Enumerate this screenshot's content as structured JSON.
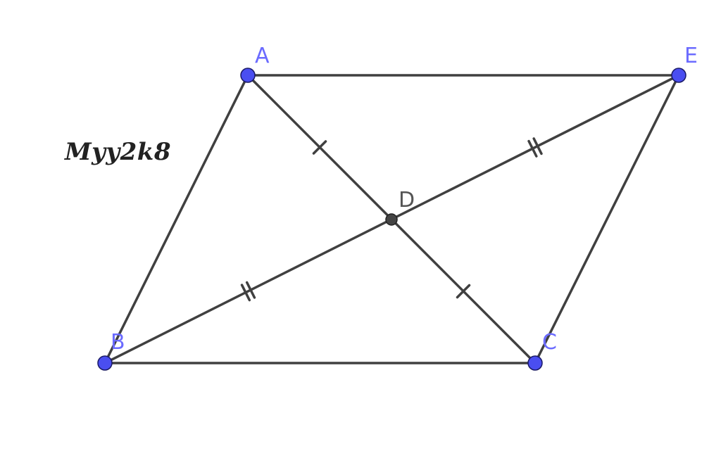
{
  "watermark": "Myy2k8",
  "colors": {
    "free_point": "#4a4ef0",
    "dependent_point": "#444444",
    "segment": "#404040",
    "label_free": "#6b6bff",
    "label_dependent": "#555555"
  },
  "points": [
    {
      "id": "A",
      "label": "A",
      "type": "free"
    },
    {
      "id": "B",
      "label": "B",
      "type": "free"
    },
    {
      "id": "C",
      "label": "C",
      "type": "free"
    },
    {
      "id": "E",
      "label": "E",
      "type": "free"
    },
    {
      "id": "D",
      "label": "D",
      "type": "dependent"
    }
  ],
  "segments": [
    {
      "from": "A",
      "to": "E"
    },
    {
      "from": "A",
      "to": "B"
    },
    {
      "from": "B",
      "to": "C"
    },
    {
      "from": "E",
      "to": "C"
    },
    {
      "from": "A",
      "to": "C"
    },
    {
      "from": "B",
      "to": "E"
    }
  ],
  "tick_marks": [
    {
      "segment": "A-D",
      "count": 1
    },
    {
      "segment": "D-C",
      "count": 1
    },
    {
      "segment": "B-D",
      "count": 2
    },
    {
      "segment": "D-E",
      "count": 2
    }
  ]
}
